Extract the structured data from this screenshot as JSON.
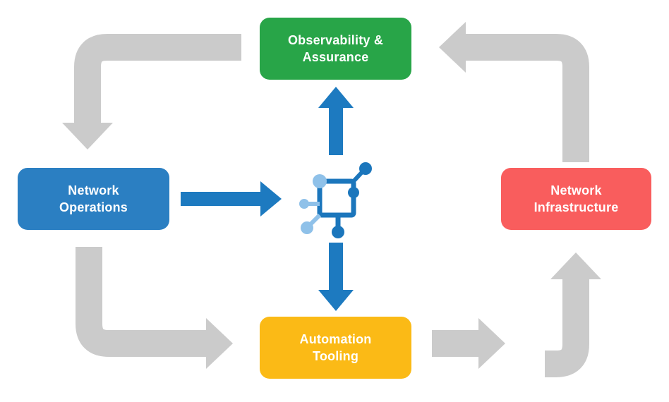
{
  "nodes": [
    {
      "id": "observability",
      "label": "Observability &\nAssurance"
    },
    {
      "id": "operations",
      "label": "Network\nOperations"
    },
    {
      "id": "infrastructure",
      "label": "Network\nInfrastructure"
    },
    {
      "id": "automation",
      "label": "Automation\nTooling"
    }
  ],
  "icon": {
    "name": "network-nodes-icon"
  },
  "arrows": [
    {
      "from": "observability",
      "to": "operations",
      "style": "gray-elbow"
    },
    {
      "from": "operations",
      "to": "automation",
      "style": "gray-elbow"
    },
    {
      "from": "automation",
      "to": "infrastructure",
      "style": "gray-elbow"
    },
    {
      "from": "infrastructure",
      "to": "observability",
      "style": "gray-elbow"
    },
    {
      "from": "operations",
      "to": "center-icon",
      "style": "blue-straight"
    },
    {
      "from": "center-icon",
      "to": "observability",
      "style": "blue-straight"
    },
    {
      "from": "center-icon",
      "to": "automation",
      "style": "blue-straight"
    }
  ],
  "colors": {
    "observability_green": "#28a548",
    "operations_blue": "#2b7fc2",
    "infrastructure_red": "#f95d5d",
    "automation_yellow": "#fbba16",
    "arrow_gray": "#cbcbcb",
    "arrow_blue": "#1d7ac0",
    "icon_dark_blue": "#1b76bc",
    "icon_light_blue": "#8fc1e9",
    "background": "#ffffff"
  }
}
